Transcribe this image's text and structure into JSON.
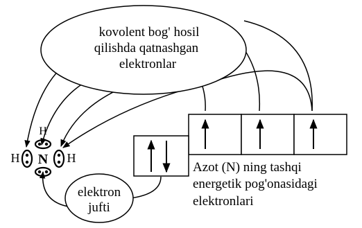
{
  "bubble_text": [
    "kovolent bog' hosil",
    "qilishda qatnashgan",
    "elektronlar"
  ],
  "pair_text": [
    "elektron",
    "jufti"
  ],
  "caption_text": [
    "Azot (N) ning tashqi",
    "energetik pog'onasidagi",
    "elektronlari"
  ],
  "molecule": {
    "top": "H",
    "left": "H",
    "center": "N",
    "right": "H"
  },
  "orbitals": {
    "s_box": "paired",
    "p_boxes": [
      "up",
      "up",
      "up"
    ]
  }
}
